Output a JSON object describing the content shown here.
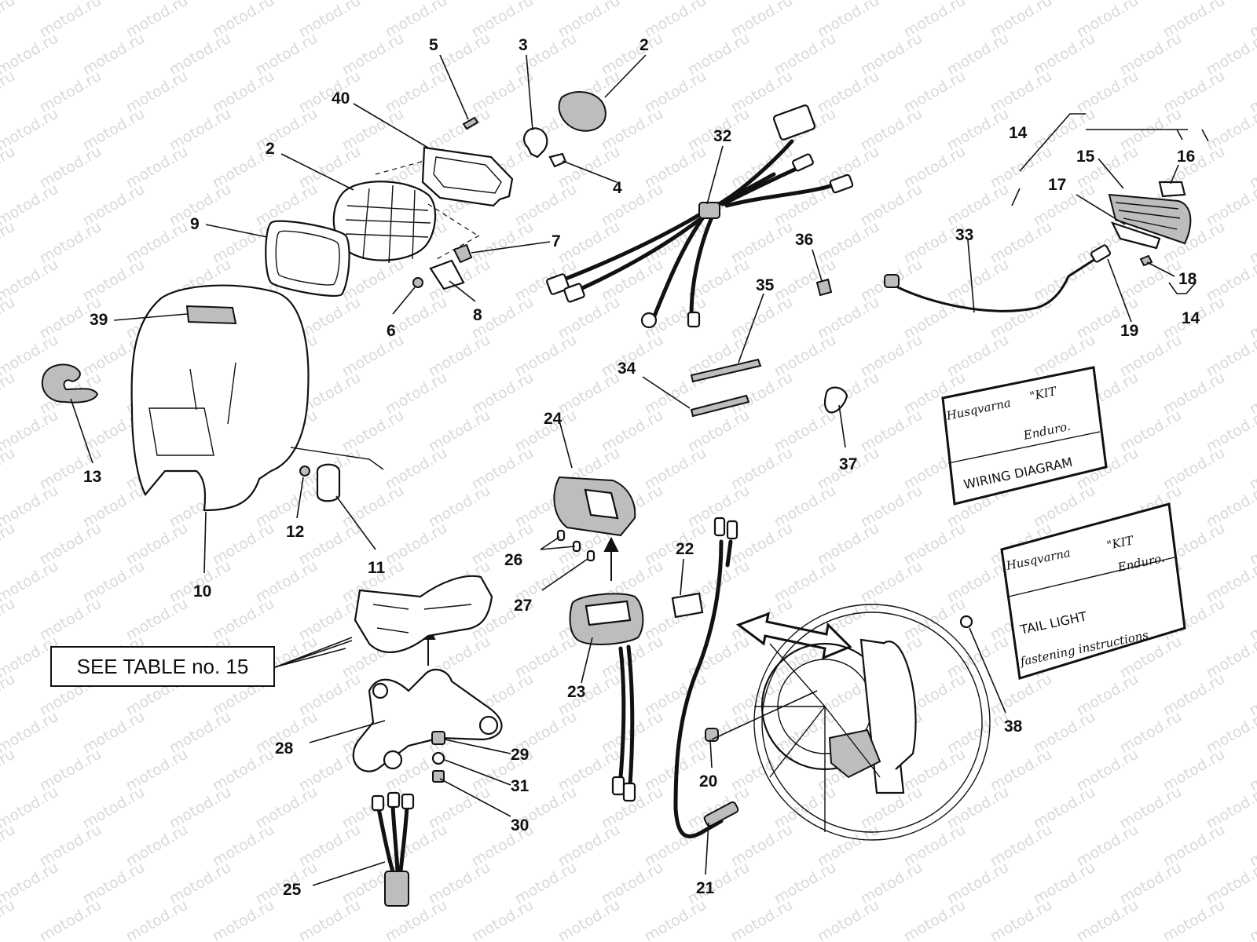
{
  "watermark": "motod.ru",
  "callouts": [
    {
      "id": "c5",
      "label": "5"
    },
    {
      "id": "c3",
      "label": "3"
    },
    {
      "id": "c2a",
      "label": "2"
    },
    {
      "id": "c40",
      "label": "40"
    },
    {
      "id": "c2b",
      "label": "2"
    },
    {
      "id": "c4",
      "label": "4"
    },
    {
      "id": "c9",
      "label": "9"
    },
    {
      "id": "c7",
      "label": "7"
    },
    {
      "id": "c6",
      "label": "6"
    },
    {
      "id": "c8",
      "label": "8"
    },
    {
      "id": "c39",
      "label": "39"
    },
    {
      "id": "c13",
      "label": "13"
    },
    {
      "id": "c12",
      "label": "12"
    },
    {
      "id": "c11",
      "label": "11"
    },
    {
      "id": "c10",
      "label": "10"
    },
    {
      "id": "c32",
      "label": "32"
    },
    {
      "id": "c36",
      "label": "36"
    },
    {
      "id": "c35",
      "label": "35"
    },
    {
      "id": "c34",
      "label": "34"
    },
    {
      "id": "c37",
      "label": "37"
    },
    {
      "id": "c14a",
      "label": "14"
    },
    {
      "id": "c15",
      "label": "15"
    },
    {
      "id": "c16",
      "label": "16"
    },
    {
      "id": "c17",
      "label": "17"
    },
    {
      "id": "c33",
      "label": "33"
    },
    {
      "id": "c18",
      "label": "18"
    },
    {
      "id": "c19",
      "label": "19"
    },
    {
      "id": "c14b",
      "label": "14"
    },
    {
      "id": "c24",
      "label": "24"
    },
    {
      "id": "c26",
      "label": "26"
    },
    {
      "id": "c27",
      "label": "27"
    },
    {
      "id": "c23",
      "label": "23"
    },
    {
      "id": "c22",
      "label": "22"
    },
    {
      "id": "c20",
      "label": "20"
    },
    {
      "id": "c21",
      "label": "21"
    },
    {
      "id": "c38",
      "label": "38"
    },
    {
      "id": "c28",
      "label": "28"
    },
    {
      "id": "c29",
      "label": "29"
    },
    {
      "id": "c31",
      "label": "31"
    },
    {
      "id": "c30",
      "label": "30"
    },
    {
      "id": "c25",
      "label": "25"
    }
  ],
  "see_table": "SEE TABLE no. 15",
  "card_wiring": {
    "brand": "Husqvarna",
    "kit_line1": "\"KIT",
    "kit_line2": "Enduro.",
    "title": "WIRING DIAGRAM"
  },
  "card_tail": {
    "brand": "Husqvarna",
    "kit_line1": "\"KIT",
    "kit_line2": "Enduro.",
    "title_line1": "TAIL LIGHT",
    "title_line2": "fastening instructions"
  }
}
